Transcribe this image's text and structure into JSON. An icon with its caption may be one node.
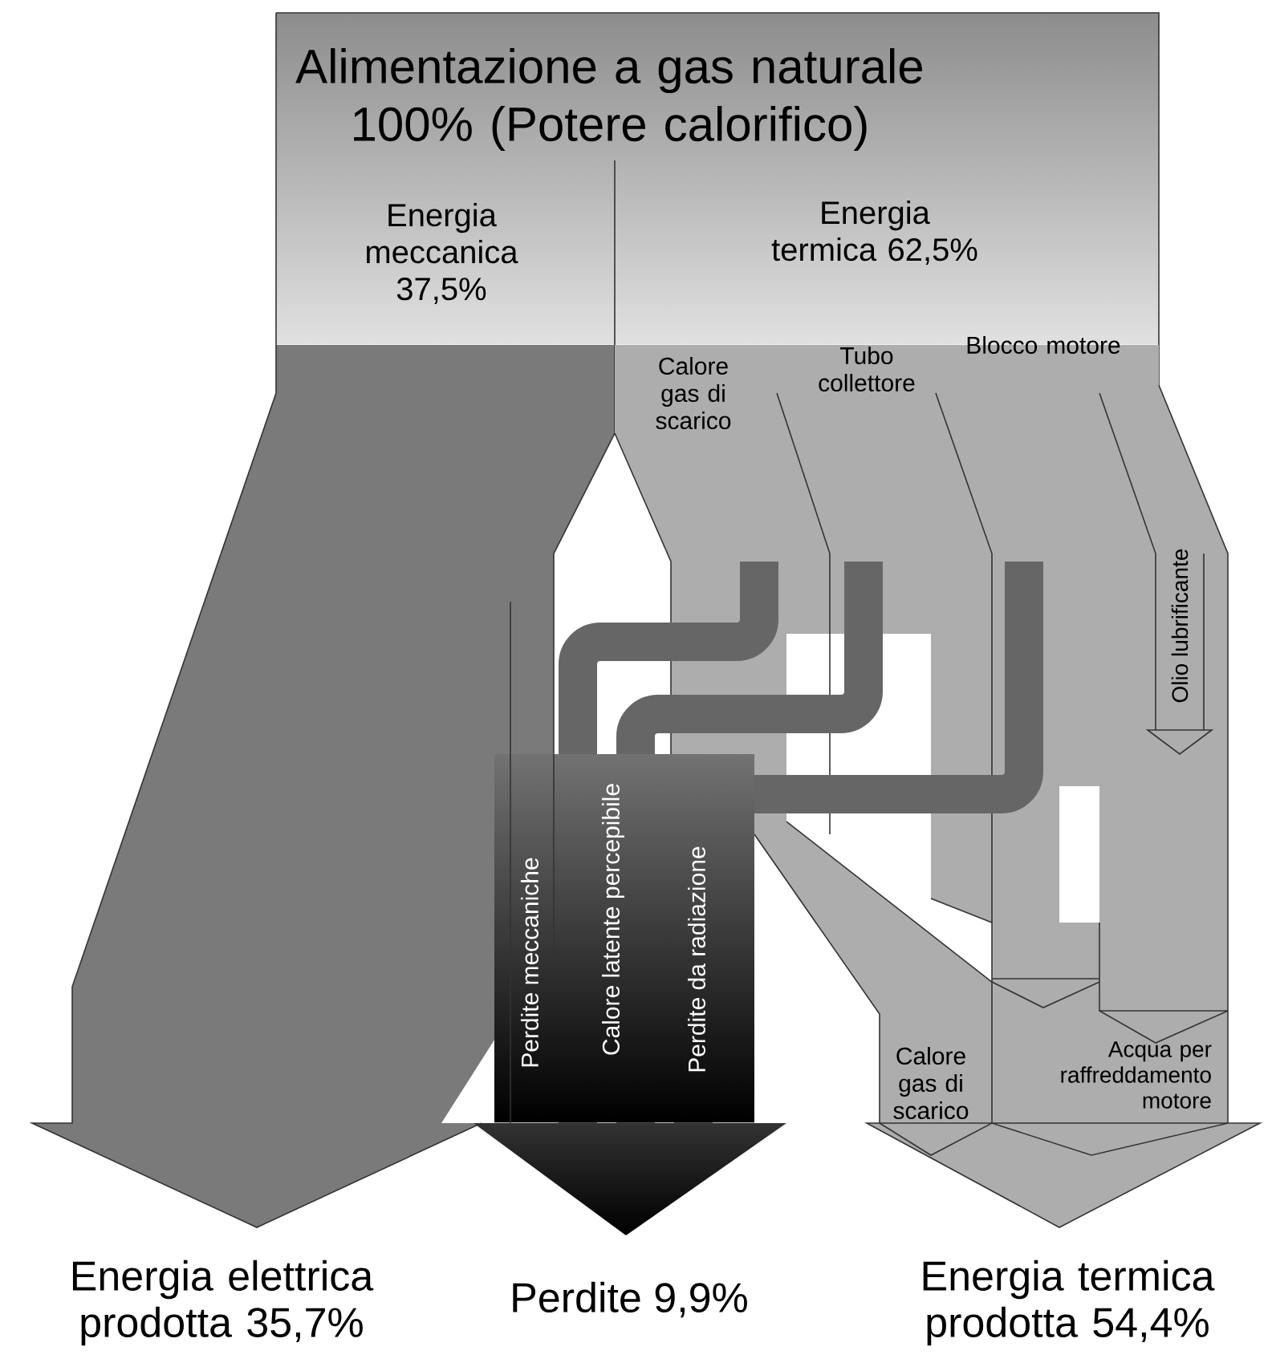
{
  "diagram": {
    "title": "Alimentazione a gas naturale 100% (Potere calorifico)",
    "labels": [
      "Energia meccanica 37,5%",
      "Energia termica 62,5%",
      "Calore gas di scarico",
      "Tubo collettore",
      "Blocco motore",
      "Olio lubrificante",
      "Perdite meccaniche",
      "Calore latente percepibile",
      "Perdite da radiazione",
      "Calore gas di scarico",
      "Acqua per raffreddamento motore",
      "Energia elettrica prodotta 35,7%",
      "Perdite 9,9%",
      "Energia termica prodotta 54,4%"
    ]
  }
}
